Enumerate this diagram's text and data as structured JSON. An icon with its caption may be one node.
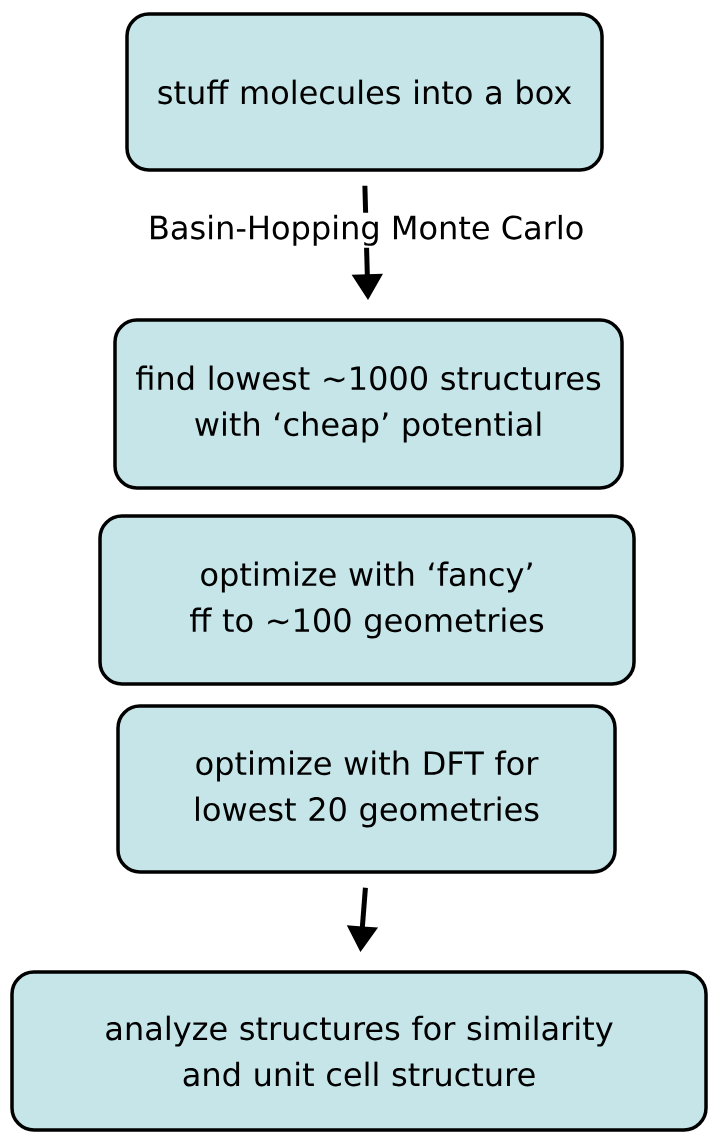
{
  "diagram": {
    "nodes": [
      {
        "text": [
          "stuff molecules into a box"
        ]
      },
      {
        "text": [
          "find lowest  ~1000 structures with ‘cheap’ potential"
        ]
      },
      {
        "text": [
          "optimize with ‘fancy’ ff to ~100 geometries"
        ]
      },
      {
        "text": [
          "optimize with DFT for lowest 20 geometries"
        ]
      },
      {
        "text": [
          "analyze structures for similarity and unit cell structure"
        ]
      }
    ],
    "edges": [
      {
        "from": 0,
        "to": 1,
        "arrow": "to",
        "label": "Basin-Hopping Monte Carlo"
      },
      {
        "from": 3,
        "to": 4,
        "arrow": "to"
      }
    ]
  }
}
